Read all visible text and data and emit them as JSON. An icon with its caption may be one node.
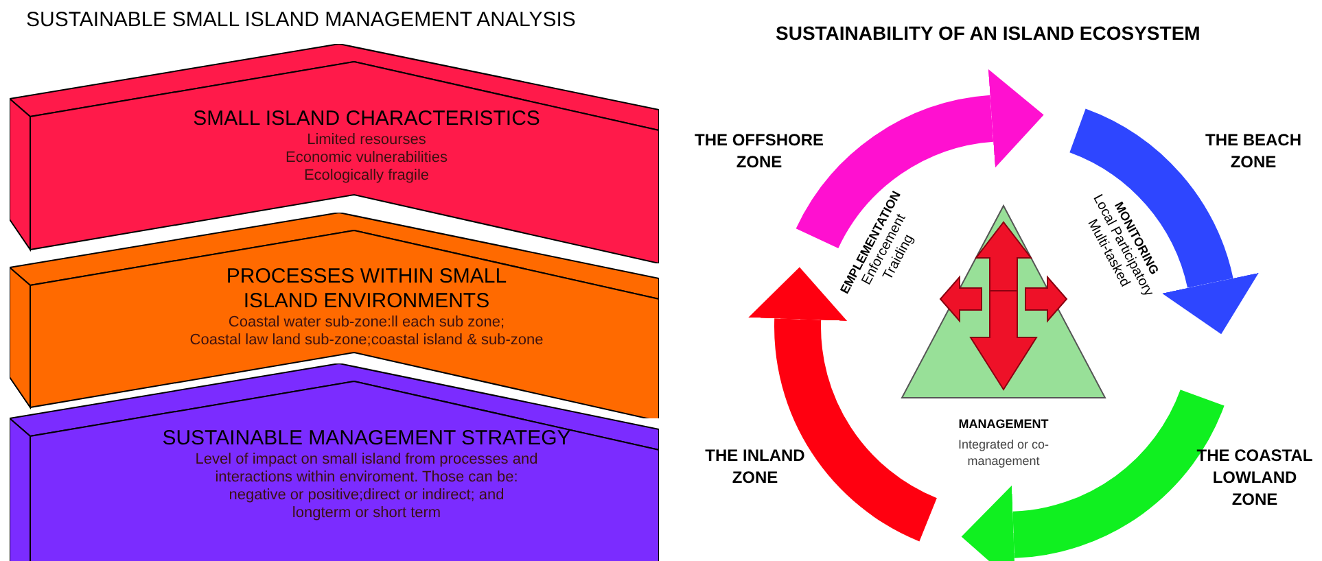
{
  "diagram": {
    "title": "SUSTAINABLE SMALL ISLAND MANAGEMENT ANALYSIS",
    "nodes": [
      {
        "text": [
          "SMALL ISLAND CHARACTERISTICS",
          "Limited resourses",
          "Economic vulnerabilities",
          "Ecologically fragile"
        ]
      },
      {
        "text": [
          "PROCESSES WITHIN SMALL ISLAND ENVIRONMENTS",
          "Coastal water sub-zone:ll each sub zone;",
          "Coastal law land sub-zone;coastal island & sub-zone"
        ]
      },
      {
        "text": [
          "SUSTAINABLE MANAGEMENT STRATEGY",
          "Level of impact on small island from processes and interactions within enviroment. Those can be:",
          "negative or positive;direct or indirect; and longterm or short term"
        ]
      },
      {
        "text": [
          "THE OFFSHORE ZONE"
        ]
      },
      {
        "text": [
          "THE BEACH ZONE"
        ]
      },
      {
        "text": [
          "THE COASTAL LOWLAND ZONE"
        ]
      },
      {
        "text": [
          "THE INLAND ZONE"
        ]
      },
      {
        "text": [
          "MANAGEMENT",
          "Integrated or co-management"
        ]
      }
    ],
    "labels": [
      "SUSTAINABILITY OF AN ISLAND ECOSYSTEM",
      "EMPLEMENTATION",
      "Enforcement",
      "Traiding",
      "MONITORING",
      "Local Participatory",
      "Multi-tasked"
    ]
  }
}
